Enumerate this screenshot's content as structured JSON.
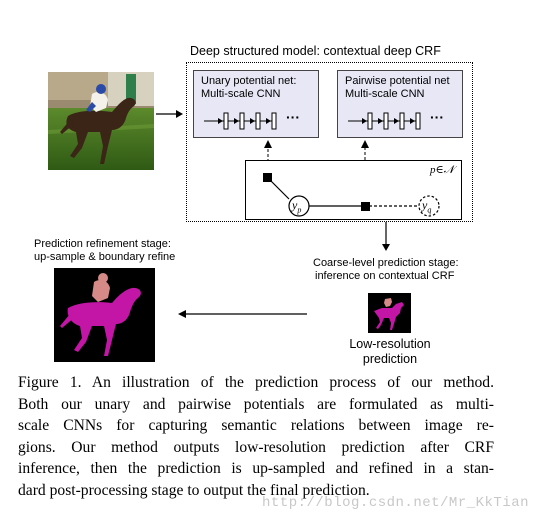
{
  "diagram": {
    "title": "Deep structured model: contextual deep CRF",
    "unary_net": {
      "line1": "Unary potential net:",
      "line2": "Multi-scale CNN"
    },
    "pairwise_net": {
      "line1": "Pairwise potential net",
      "line2": "Multi-scale CNN"
    },
    "ellipsis": "···",
    "crf": {
      "set_label": "p∈𝒩",
      "node_p_label": "y",
      "node_p_sub": "p",
      "node_q_label": "y",
      "node_q_sub": "q"
    },
    "coarse_stage": {
      "line1": "Coarse-level prediction stage:",
      "line2": "inference on contextual CRF"
    },
    "refine_stage": {
      "line1": "Prediction refinement stage:",
      "line2": "up-sample & boundary refine"
    },
    "lowres_label": {
      "line1": "Low-resolution",
      "line2": "prediction"
    }
  },
  "caption": {
    "lines": [
      "Figure 1. An illustration of the prediction process of our method.",
      "Both our unary and pairwise potentials are formulated as multi-",
      "scale CNNs for capturing semantic relations between image re-",
      "gions.  Our method outputs low-resolution prediction after CRF",
      "inference, then the prediction is up-sampled and refined in a stan-",
      "dard post-processing stage to output the final prediction."
    ]
  },
  "watermark": "http://blog.csdn.net/Mr_KkTian",
  "colors": {
    "net_fill": "#e7e7f6",
    "horse_magenta": "#c316a6",
    "rider_pink": "#d58a88",
    "mask_background": "#000000",
    "grass": "#3f6a1e"
  }
}
